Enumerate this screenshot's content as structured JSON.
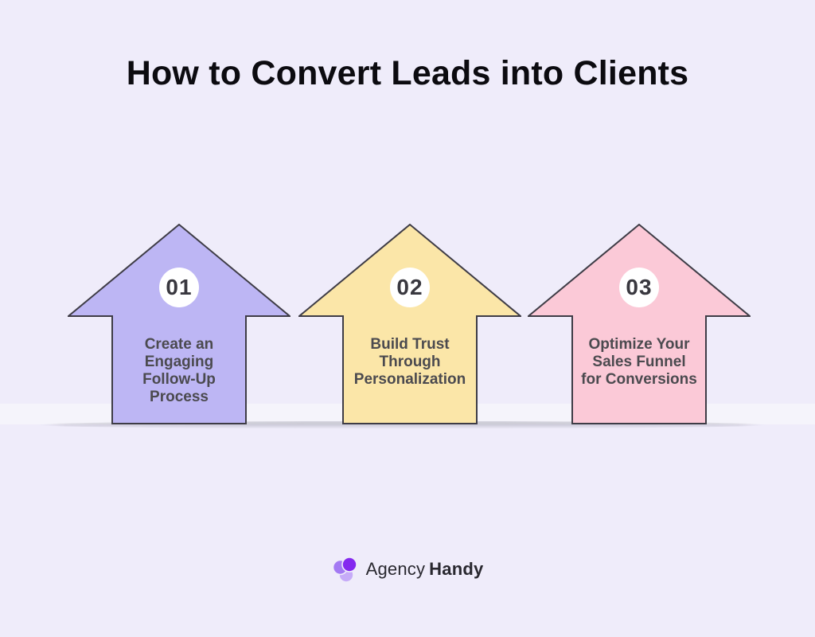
{
  "title": "How to Convert Leads into Clients",
  "colors": {
    "background": "#efecfa",
    "arrow_border": "#3e3c46",
    "logo_dark_purple": "#8428ef",
    "logo_mid_purple": "#a379f3",
    "logo_light_purple": "#c6abf8"
  },
  "steps": [
    {
      "number": "01",
      "label": "Create an\nEngaging\nFollow-Up\nProcess",
      "fill": "#bdb6f4",
      "stroke": "#3e3c46"
    },
    {
      "number": "02",
      "label": "Build Trust\nThrough\nPersonalization",
      "fill": "#fbe6a8",
      "stroke": "#3e3c46"
    },
    {
      "number": "03",
      "label": "Optimize Your\nSales Funnel\nfor Conversions",
      "fill": "#fbc9d7",
      "stroke": "#3e3c46"
    }
  ],
  "footer": {
    "brand_first": "Agency",
    "brand_second": "Handy"
  }
}
